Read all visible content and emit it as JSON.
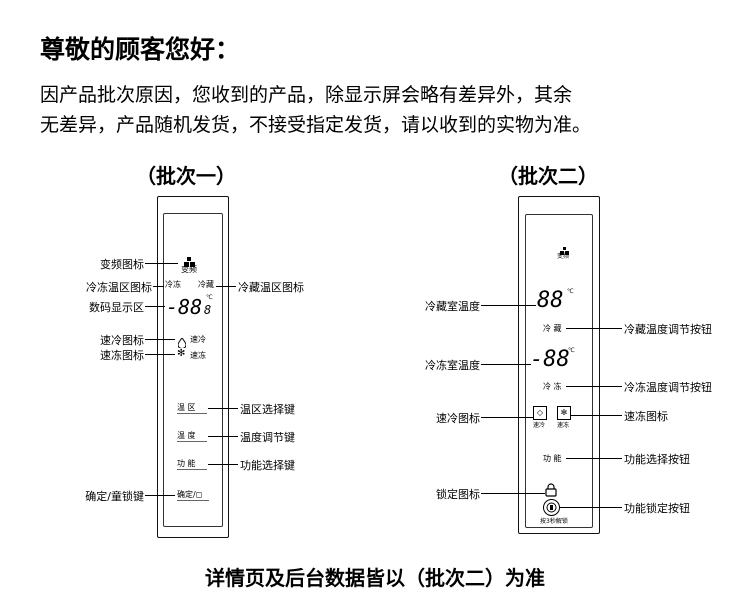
{
  "header": {
    "title": "尊敬的顾客您好：",
    "line1": "因产品批次原因，您收到的产品，除显示屏会略有差异外，其余",
    "line2": "无差异，产品随机发货，不接受指定发货，请以收到的实物为准。"
  },
  "batch1": {
    "heading": "（批次一）",
    "icon_text": "变频",
    "fridge_text": "冷冻",
    "freezer_text": "冷藏",
    "digits": "-88",
    "digit_small": "8",
    "unit": "℃",
    "fast_cool_text": "速冷",
    "fast_freeze_text": "速冻",
    "btn_zone": "温  区",
    "btn_temp": "温  度",
    "btn_func": "功  能",
    "btn_lock": "确定/",
    "callouts": {
      "inverter": "变频图标",
      "zone_icon": "冷冻温区图标",
      "fridge_zone": "冷藏温区图标",
      "digital": "数码显示区",
      "fast_cool": "速冷图标",
      "fast_freeze": "速冻图标",
      "zone_select": "温区选择键",
      "temp_adjust": "温度调节键",
      "func_select": "功能选择键",
      "confirm_lock": "确定/童锁键"
    }
  },
  "batch2": {
    "heading": "（批次二）",
    "icon_text": "变频",
    "fridge_digits": "88",
    "freezer_digits": "-88",
    "unit": "℃",
    "fridge_btn": "冷 藏",
    "freezer_btn": "冷 冻",
    "fast_cool_text": "速冷",
    "fast_freeze_text": "速冻",
    "func_btn": "功 能",
    "lock_btn_text": "按3秒解锁",
    "callouts": {
      "fridge_temp": "冷藏室温度",
      "freezer_temp": "冷冻室温度",
      "fast_cool": "速冷图标",
      "lock_icon": "锁定图标",
      "fridge_adjust": "冷藏温度调节按钮",
      "freezer_adjust": "冷冻温度调节按钮",
      "fast_freeze": "速冻图标",
      "func_select": "功能选择按钮",
      "lock_btn": "功能锁定按钮"
    }
  },
  "footer": "详情页及后台数据皆以（批次二）为准"
}
